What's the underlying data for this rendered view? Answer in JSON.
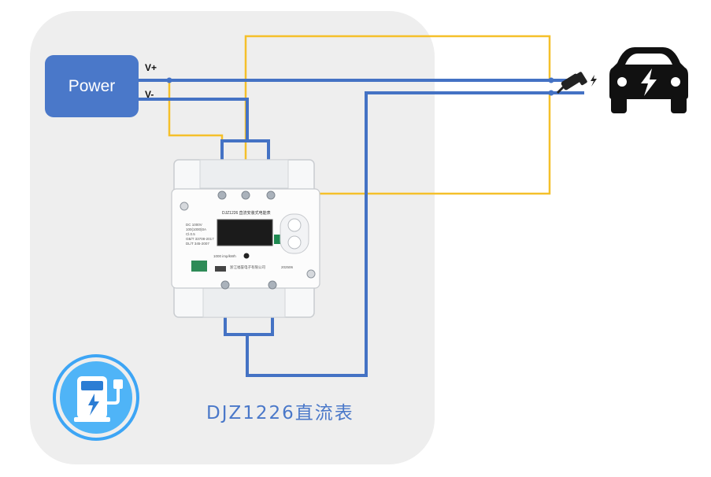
{
  "power": {
    "label": "Power"
  },
  "terminals": {
    "positive": "V+",
    "negative": "V-"
  },
  "meter": {
    "name": "DJZ1226直流表",
    "model_line": "DJZ1226 直流安装式电能表",
    "specs": [
      "DC 1000V",
      "100(1000)0A",
      "Cl.0.5",
      "GB/T 33708-2017",
      "DL/T 345-2007"
    ],
    "pulse": "1000 imp/kWh",
    "manufacturer": "浙江福誉电子有限公司",
    "date": "202506"
  },
  "icons": {
    "ev_station": "ev-charging-station-icon",
    "car": "electric-car-icon",
    "plug": "charging-plug-icon"
  },
  "colors": {
    "power_wire": "#4472c4",
    "signal_wire": "#f5c02a",
    "accent": "#4a78c9",
    "panel": "#eeeeee"
  }
}
